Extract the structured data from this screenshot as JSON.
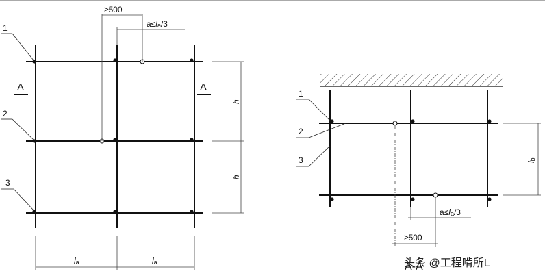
{
  "left_view": {
    "callouts": [
      "1",
      "2",
      "3"
    ],
    "section_mark": "A",
    "dim_min_distance": "≥500",
    "dim_offset_prefix": "a≤",
    "dim_offset_sym": "l",
    "dim_offset_sub": "a",
    "dim_offset_suffix": "/3",
    "dim_height": "h",
    "dim_span_sym": "l",
    "dim_span_sub": "a"
  },
  "right_view": {
    "callouts": [
      "1",
      "2",
      "3"
    ],
    "dim_span_sym": "l",
    "dim_span_sub": "b",
    "dim_offset_prefix": "a≤",
    "dim_offset_sym": "l",
    "dim_offset_sub": "a",
    "dim_offset_suffix": "/3",
    "dim_min_distance": "≥500",
    "section_title": "A-A"
  },
  "watermark": "头条 @工程啃所L"
}
